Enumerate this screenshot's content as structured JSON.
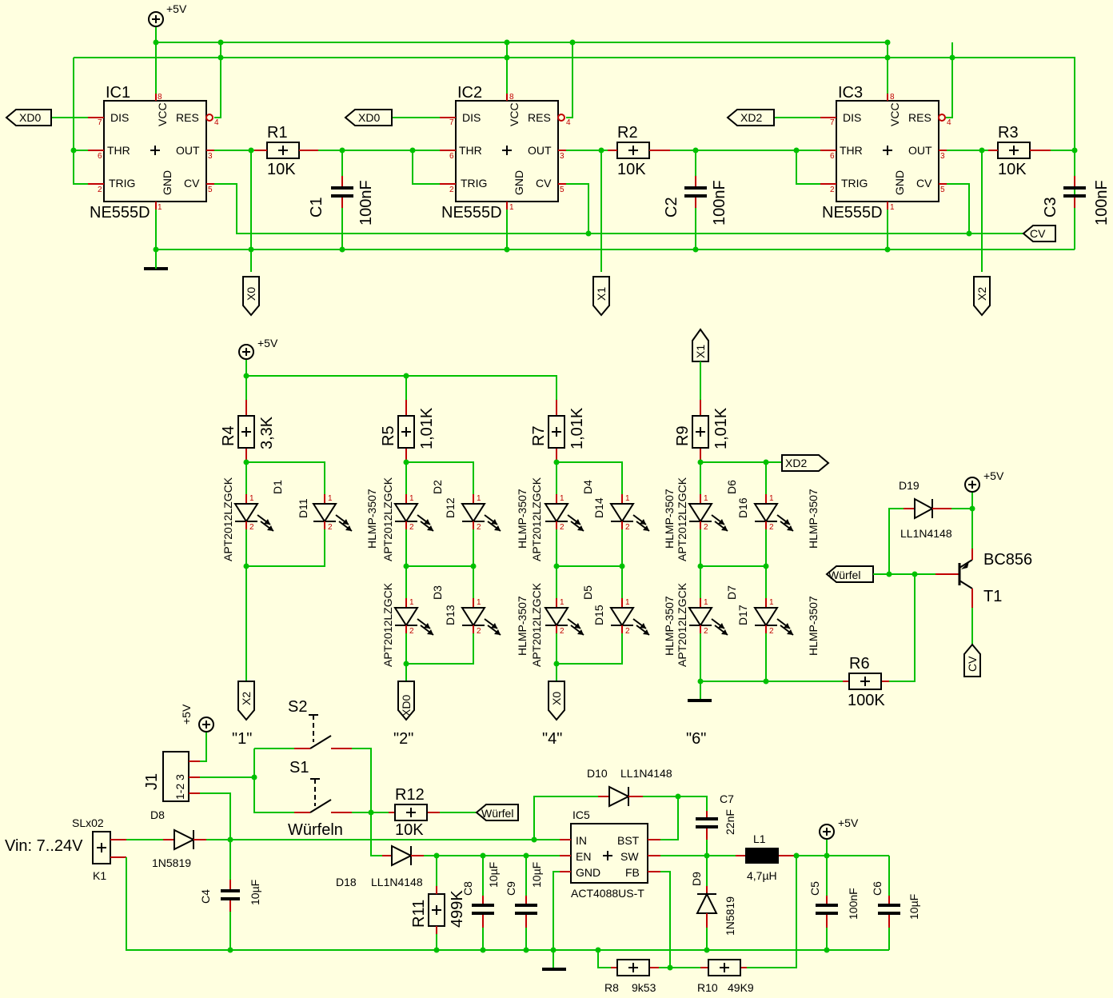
{
  "colors": {
    "background": "#ffffe0",
    "wire": "#00c000",
    "pin": "#c00000",
    "symbol": "#000000"
  },
  "supply": "+5V",
  "timers": [
    {
      "name": "IC1",
      "value": "NE555D",
      "pins": [
        "DIS",
        "VCC",
        "RES",
        "THR",
        "OUT",
        "TRIG",
        "GND",
        "CV"
      ]
    },
    {
      "name": "IC2",
      "value": "NE555D",
      "pins": [
        "DIS",
        "VCC",
        "RES",
        "THR",
        "OUT",
        "TRIG",
        "GND",
        "CV"
      ]
    },
    {
      "name": "IC3",
      "value": "NE555D",
      "pins": [
        "DIS",
        "VCC",
        "RES",
        "THR",
        "OUT",
        "TRIG",
        "GND",
        "CV"
      ]
    }
  ],
  "pin_numbers": [
    "7",
    "8",
    "4",
    "6",
    "3",
    "2",
    "1",
    "5"
  ],
  "timer_resistors": [
    {
      "name": "R1",
      "value": "10K"
    },
    {
      "name": "R2",
      "value": "10K"
    },
    {
      "name": "R3",
      "value": "10K"
    }
  ],
  "timer_caps": [
    {
      "name": "C1",
      "value": "100nF"
    },
    {
      "name": "C2",
      "value": "100nF"
    },
    {
      "name": "C3",
      "value": "100nF"
    }
  ],
  "ports": [
    "XD0",
    "XD0",
    "XD2",
    "CV",
    "X0",
    "X1",
    "X2",
    "X1",
    "XD2",
    "Würfel",
    "CV",
    "X2",
    "XD0",
    "X0",
    "Würfel"
  ],
  "led_resistors": [
    {
      "name": "R4",
      "value": "3,3K"
    },
    {
      "name": "R5",
      "value": "1,01K"
    },
    {
      "name": "R7",
      "value": "1,01K"
    },
    {
      "name": "R9",
      "value": "1,01K"
    }
  ],
  "leds": {
    "left": [
      "D1",
      "D2",
      "D3",
      "D4",
      "D5",
      "D6",
      "D7"
    ],
    "right": [
      "D11",
      "D12",
      "D13",
      "D14",
      "D15",
      "D16",
      "D17"
    ],
    "part_left": "APT2012LZGCK",
    "part_right": "HLMP-3507"
  },
  "dice_labels": [
    "\"1\"",
    "\"2\"",
    "\"4\"",
    "\"6\""
  ],
  "transistor": {
    "name": "T1",
    "value": "BC856"
  },
  "d19": {
    "name": "D19",
    "value": "LL1N4148"
  },
  "r6": {
    "name": "R6",
    "value": "100K"
  },
  "switches": {
    "s2": "S2",
    "s1": "S1",
    "s1_label": "Würfeln"
  },
  "j1": {
    "name": "J1",
    "body": "1-2 3"
  },
  "r12": {
    "name": "R12",
    "value": "10K"
  },
  "input": {
    "connector": "SLx02",
    "name": "K1",
    "label": "Vin: 7..24V"
  },
  "d8": {
    "name": "D8",
    "value": "1N5819"
  },
  "c4": {
    "name": "C4",
    "value": "10µF"
  },
  "d10": {
    "name": "D10",
    "value": "LL1N4148"
  },
  "d18": {
    "name": "D18",
    "value": "LL1N4148"
  },
  "c7": {
    "name": "C7",
    "value": "22nF"
  },
  "ic5": {
    "name": "IC5",
    "value": "ACT4088US-T",
    "pins": [
      "IN",
      "EN",
      "GND",
      "BST",
      "SW",
      "FB"
    ]
  },
  "r11": {
    "name": "R11",
    "value": "499K"
  },
  "c8": {
    "name": "C8",
    "value": "10µF"
  },
  "c9": {
    "name": "C9",
    "value": "10µF"
  },
  "l1": {
    "name": "L1",
    "value": "4,7µH"
  },
  "d9": {
    "name": "D9",
    "value": "1N5819"
  },
  "c5": {
    "name": "C5",
    "value": "100nF"
  },
  "c6": {
    "name": "C6",
    "value": "10µF"
  },
  "r8": {
    "name": "R8",
    "value": "9k53"
  },
  "r10": {
    "name": "R10",
    "value": "49K9"
  }
}
